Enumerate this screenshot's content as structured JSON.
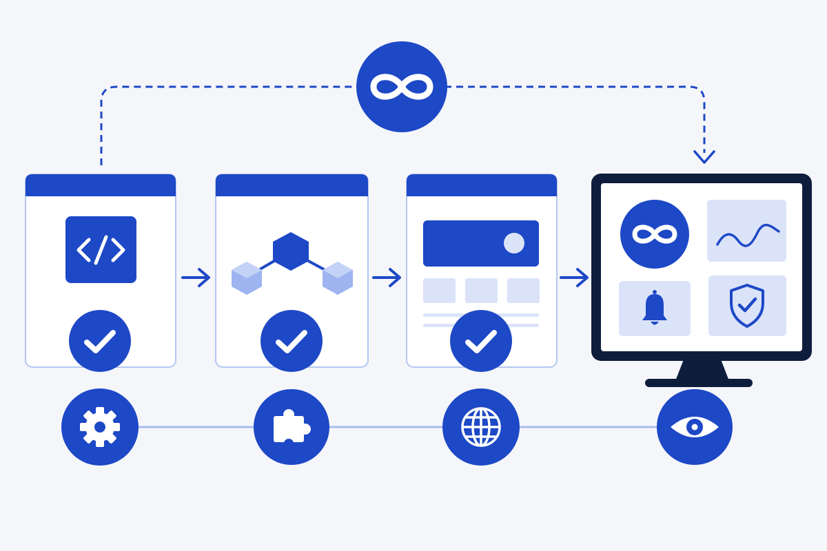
{
  "colors": {
    "primary": "#1d48c6",
    "primary_light": "#9db4f0",
    "tile_light": "#dbe3f9",
    "card_bg": "#ffffff",
    "card_border": "#b4c6f1",
    "monitor_frame": "#0f1d3d",
    "connector_line": "#a7bcee",
    "background": "#f5f6fa"
  },
  "diagram": {
    "loop_node": {
      "icon": "infinity-icon"
    },
    "stages": [
      {
        "id": "code",
        "content_icon": "code-brackets-icon",
        "status_icon": "checkmark-icon",
        "tool_icon": "gear-icon"
      },
      {
        "id": "integrate",
        "content_icon": "cubes-network-icon",
        "status_icon": "checkmark-icon",
        "tool_icon": "puzzle-icon"
      },
      {
        "id": "deploy",
        "content_icon": "web-layout-icon",
        "status_icon": "checkmark-icon",
        "tool_icon": "globe-icon"
      }
    ],
    "monitor": {
      "tiles": [
        "infinity-icon",
        "trend-line-icon",
        "bell-icon",
        "shield-check-icon"
      ],
      "tool_icon": "eye-icon"
    },
    "flow_arrows": [
      "arrow-right-icon",
      "arrow-right-icon",
      "arrow-right-icon"
    ]
  }
}
